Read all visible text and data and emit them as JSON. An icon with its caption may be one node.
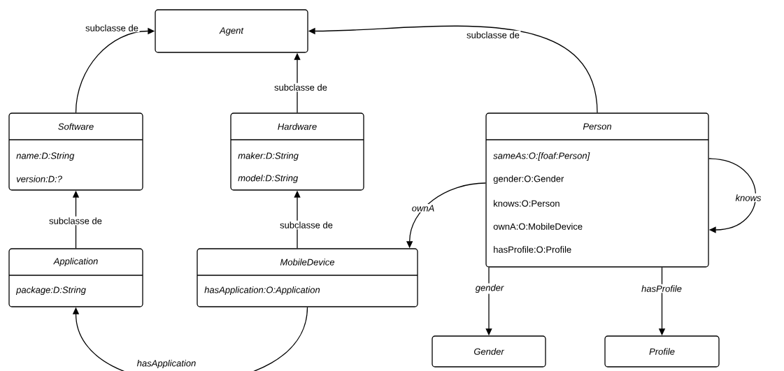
{
  "diagram": {
    "nodes": [
      {
        "text": [
          "Agent"
        ]
      },
      {
        "text": [
          "Software",
          "name:D:String",
          "version:D:?"
        ]
      },
      {
        "text": [
          "Hardware",
          "maker:D:String",
          "model:D:String"
        ]
      },
      {
        "text": [
          "Person",
          "sameAs:O:[foaf:Person]",
          "gender:O:Gender",
          "knows:O:Person",
          "ownA:O:MobileDevice",
          "hasProfile:O:Profile"
        ]
      },
      {
        "text": [
          "Application",
          "package:D:String"
        ]
      },
      {
        "text": [
          "MobileDevice",
          "hasApplication:O:Application"
        ]
      },
      {
        "text": [
          "Gender"
        ]
      },
      {
        "text": [
          "Profile"
        ]
      }
    ],
    "edges": [
      {
        "from": 1,
        "to": 0,
        "arrow": "to",
        "label": "subclasse de"
      },
      {
        "from": 2,
        "to": 0,
        "arrow": "to",
        "label": "subclasse de"
      },
      {
        "from": 3,
        "to": 0,
        "arrow": "to",
        "label": "subclasse de"
      },
      {
        "from": 4,
        "to": 1,
        "arrow": "to",
        "label": "subclasse de"
      },
      {
        "from": 5,
        "to": 2,
        "arrow": "to",
        "label": "subclasse de"
      },
      {
        "from": 3,
        "to": 5,
        "arrow": "to",
        "label": "ownA"
      },
      {
        "from": 3,
        "to": 3,
        "arrow": "to",
        "label": "knows"
      },
      {
        "from": 5,
        "to": 4,
        "arrow": "to",
        "label": "hasApplication"
      },
      {
        "from": 3,
        "to": 6,
        "arrow": "to",
        "label": "gender"
      },
      {
        "from": 3,
        "to": 7,
        "arrow": "to",
        "label": "hasProfile"
      }
    ]
  }
}
